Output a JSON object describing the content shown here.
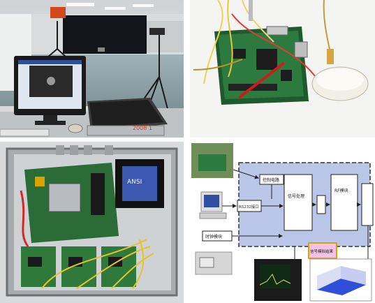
{
  "photo_lab": {
    "monitor_stamp": "2008 1"
  },
  "photo_board": {},
  "photo_chassis": {
    "module_label": "ANSI"
  },
  "diagram": {
    "block_main_title": "",
    "block_serial": "RS232接口",
    "block_control": "控制电路",
    "block_signal": "信号处理",
    "block_signal_sub": "",
    "block_rf": "RF模块",
    "block_rf_sub": "",
    "block_timing": "时钟模块",
    "highlight_label": "信号模拟结果",
    "colors": {
      "dashed_box_fill": "#b9c6e8",
      "highlight_fill": "#f3c2e6",
      "highlight_border": "#d9a400",
      "arrow": "#222222"
    }
  }
}
